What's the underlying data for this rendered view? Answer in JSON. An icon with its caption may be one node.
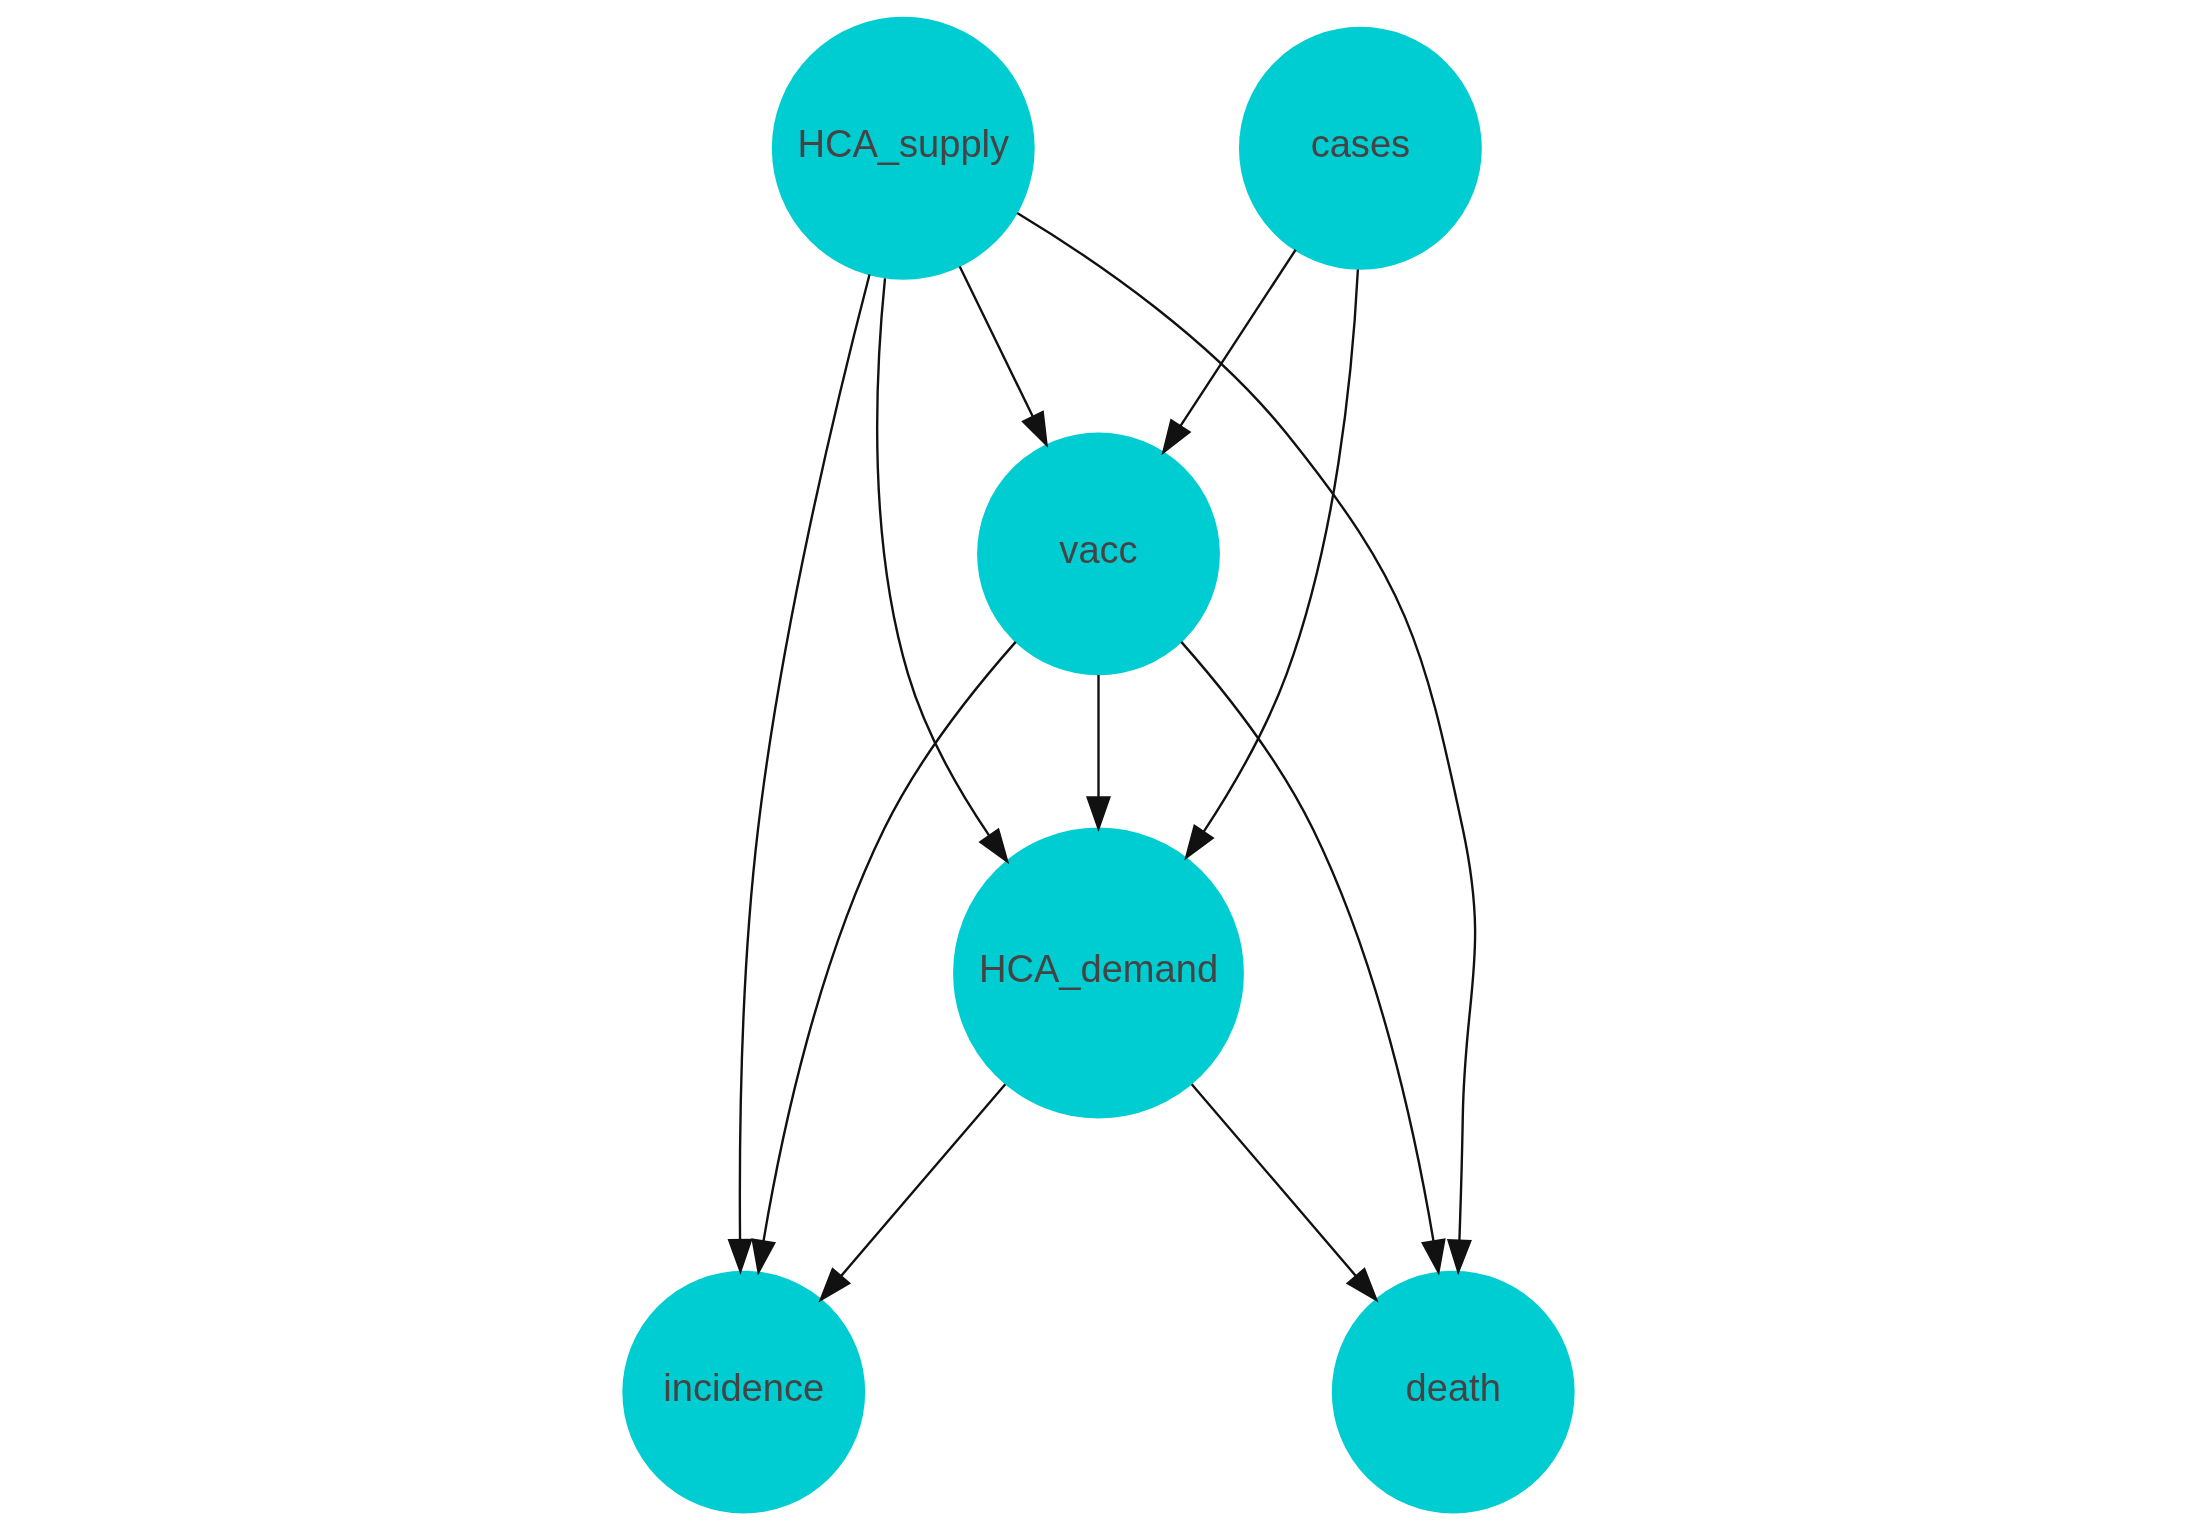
{
  "diagram": {
    "nodes": [
      {
        "text": [
          "vacc"
        ]
      },
      {
        "text": [
          "HCA_supply"
        ]
      },
      {
        "text": [
          "cases"
        ]
      },
      {
        "text": [
          "death"
        ]
      },
      {
        "text": [
          "incidence"
        ]
      },
      {
        "text": [
          "HCA_demand"
        ]
      }
    ],
    "edges": [
      {
        "from": 2,
        "to": 0,
        "arrow": "to"
      },
      {
        "from": 1,
        "to": 0,
        "arrow": "to"
      },
      {
        "from": 0,
        "to": 3,
        "arrow": "to"
      },
      {
        "from": 0,
        "to": 5,
        "arrow": "to"
      },
      {
        "from": 0,
        "to": 4,
        "arrow": "to"
      },
      {
        "from": 1,
        "to": 3,
        "arrow": "to"
      },
      {
        "from": 1,
        "to": 5,
        "arrow": "to"
      },
      {
        "from": 1,
        "to": 4,
        "arrow": "to"
      },
      {
        "from": 2,
        "to": 5,
        "arrow": "to"
      },
      {
        "from": 5,
        "to": 4,
        "arrow": "to"
      },
      {
        "from": 5,
        "to": 3,
        "arrow": "to"
      }
    ]
  }
}
